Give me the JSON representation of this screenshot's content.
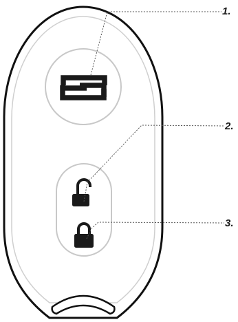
{
  "callouts": [
    {
      "number": "1.",
      "icon": "sync-icon"
    },
    {
      "number": "2.",
      "icon": "unlock-icon"
    },
    {
      "number": "3.",
      "icon": "lock-icon"
    }
  ],
  "colors": {
    "outline": "#111111",
    "icon": "#1a1a1a",
    "leader": "#555555",
    "background": "#ffffff"
  }
}
